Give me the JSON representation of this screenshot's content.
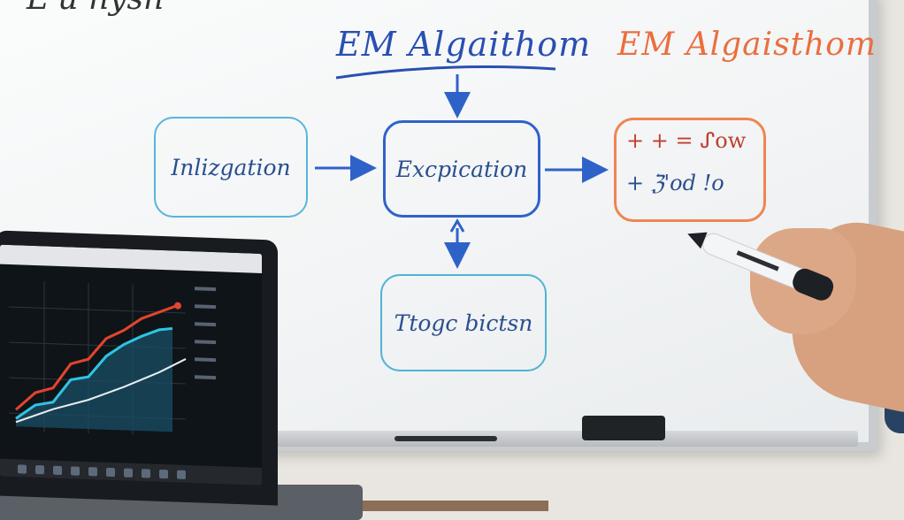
{
  "whiteboard": {
    "top_scribble": "L u nysn",
    "title_blue": "EM Algaithom",
    "title_orange": "EM Algaisthom",
    "boxes": {
      "initialization": "Inlizgation",
      "expectation": "Excpication",
      "maximization": "Ttogc bictsn"
    },
    "output_box": {
      "line1": "+ + = ᔑow",
      "line2": "+ ℨ'od !o"
    }
  },
  "colors": {
    "blue_ink": "#2a4fb2",
    "orange_ink": "#ea6f3f",
    "light_blue_ink": "#5ab4dc",
    "chart_red": "#e2452d",
    "chart_cyan": "#2fc4e3",
    "chart_white": "#e6eef3"
  },
  "icons": {
    "marker": "whiteboard-marker",
    "eraser": "whiteboard-eraser",
    "laptop": "laptop-with-line-chart"
  }
}
